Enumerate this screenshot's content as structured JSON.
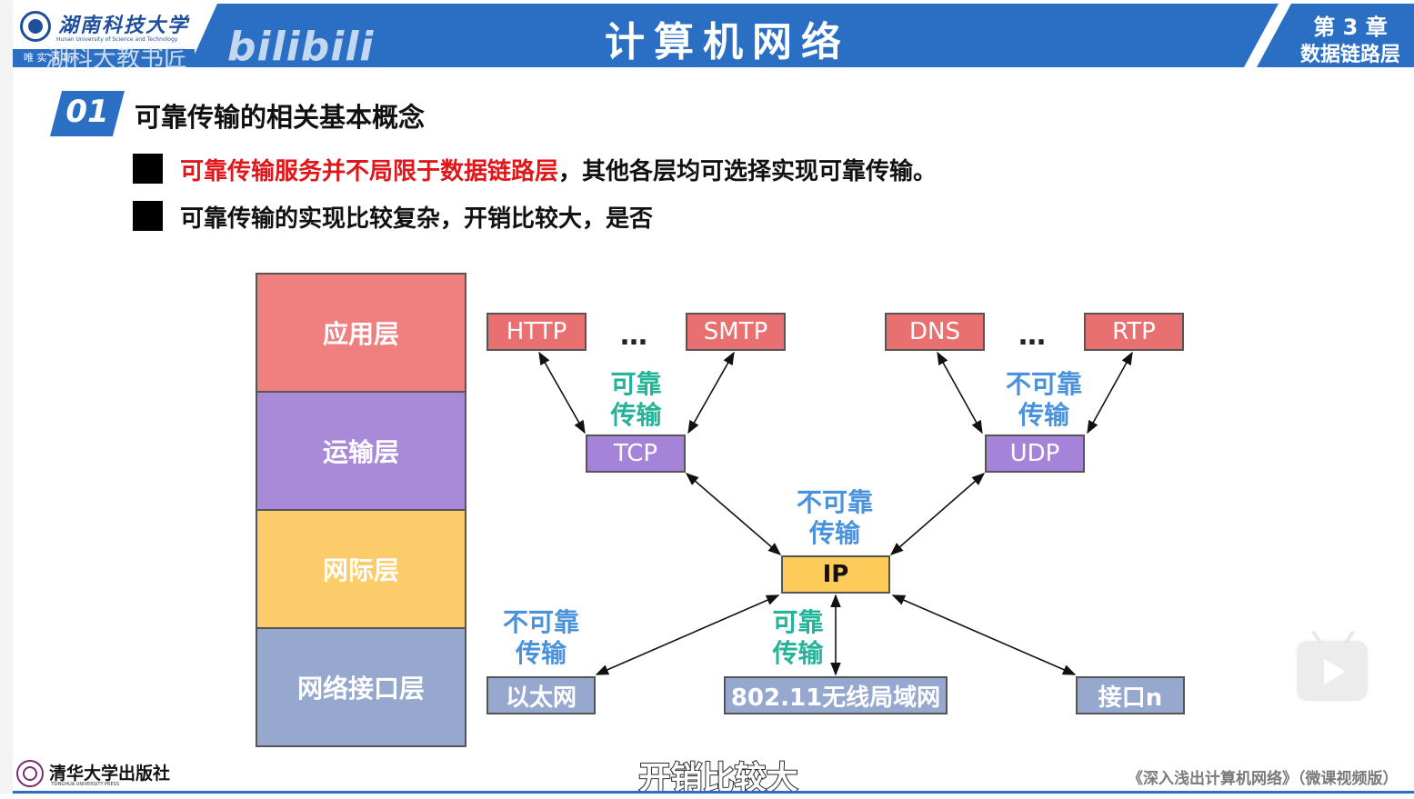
{
  "header": {
    "university_cn": "湖南科技大学",
    "university_en": "Hunan University of Science and Technology",
    "motto": "唯 实 求 新",
    "watermark_text": "湖科大教书匠",
    "watermark_logo": "bilibili",
    "title": "计算机网络",
    "chapter_num": "第 3 章",
    "chapter_name": "数据链路层"
  },
  "section": {
    "number": "01",
    "title": "可靠传输的相关基本概念"
  },
  "bullets": [
    {
      "red": "可靠传输服务并不局限于数据链路层",
      "text": "，其他各层均可选择实现可靠传输。"
    },
    {
      "red": "",
      "text": "可靠传输的实现比较复杂，开销比较大，是否"
    }
  ],
  "layers": [
    "应用层",
    "运输层",
    "网际层",
    "网络接口层"
  ],
  "protocols": {
    "http": "HTTP",
    "smtp": "SMTP",
    "dns": "DNS",
    "rtp": "RTP",
    "tcp": "TCP",
    "udp": "UDP",
    "ip": "IP",
    "ethernet": "以太网",
    "wlan": "802.11无线局域网",
    "iface_n": "接口n",
    "dots": "…"
  },
  "labels": {
    "reliable": [
      "可靠",
      "传输"
    ],
    "unreliable": [
      "不可靠",
      "传输"
    ]
  },
  "footer": {
    "publisher_cn": "清华大学出版社",
    "publisher_en": "TSINGHUA UNIVERSITY PRESS",
    "caption": "开销比较大",
    "book_title": "《深入浅出计算机网络》（微课视频版）"
  },
  "colors": {
    "header_blue": "#2a6fc4",
    "app_layer": "#f08080",
    "transport_layer": "#a98ad9",
    "internet_layer": "#fccb6a",
    "link_layer": "#97a8cf",
    "reliable_label": "#23b49a",
    "unreliable_label": "#4a92dc",
    "highlight_red": "#e0161b"
  },
  "icons": [
    "university-seal-icon",
    "publisher-seal-icon",
    "play-button-icon"
  ]
}
